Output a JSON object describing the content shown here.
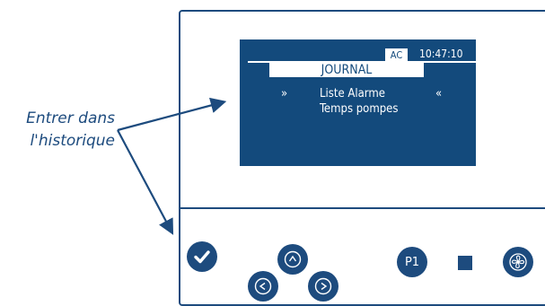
{
  "callout": {
    "line1": "Entrer dans",
    "line2": "l'historique"
  },
  "screen": {
    "mode_badge": "AC",
    "clock": "10:47:10",
    "title": "JOURNAL",
    "menu": [
      {
        "label": "Liste Alarme",
        "selected": true,
        "marker_left": "»",
        "marker_right": "«"
      },
      {
        "label": "Temps pompes",
        "selected": false
      }
    ]
  },
  "buttons": {
    "p1_label": "P1"
  },
  "colors": {
    "accent": "#1d4b7e",
    "screen_bg": "#134a7c",
    "screen_text": "#ffffff"
  },
  "icons": {
    "validate": "checkmark-icon",
    "up": "arrow-up-icon",
    "left": "arrow-left-icon",
    "right": "arrow-right-icon",
    "stop": "stop-square-icon",
    "fan": "fan-icon"
  }
}
